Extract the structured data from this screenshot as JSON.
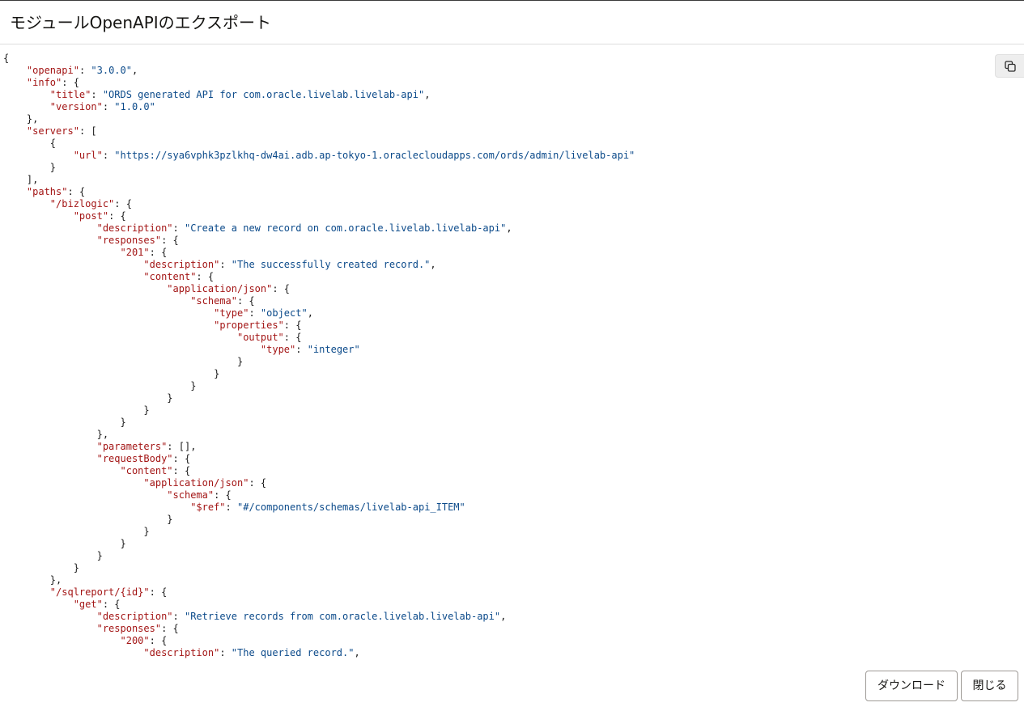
{
  "dialog": {
    "title": "モジュールOpenAPIのエクスポート"
  },
  "toolbar": {
    "copy_icon": "copy-icon"
  },
  "footer": {
    "download_label": "ダウンロード",
    "close_label": "閉じる"
  },
  "code_lines": [
    [
      [
        "p",
        "{"
      ]
    ],
    [
      [
        "p",
        "    "
      ],
      [
        "k",
        "\"openapi\""
      ],
      [
        "p",
        ": "
      ],
      [
        "s",
        "\"3.0.0\""
      ],
      [
        "p",
        ","
      ]
    ],
    [
      [
        "p",
        "    "
      ],
      [
        "k",
        "\"info\""
      ],
      [
        "p",
        ": {"
      ]
    ],
    [
      [
        "p",
        "        "
      ],
      [
        "k",
        "\"title\""
      ],
      [
        "p",
        ": "
      ],
      [
        "s",
        "\"ORDS generated API for com.oracle.livelab.livelab-api\""
      ],
      [
        "p",
        ","
      ]
    ],
    [
      [
        "p",
        "        "
      ],
      [
        "k",
        "\"version\""
      ],
      [
        "p",
        ": "
      ],
      [
        "s",
        "\"1.0.0\""
      ]
    ],
    [
      [
        "p",
        "    },"
      ]
    ],
    [
      [
        "p",
        "    "
      ],
      [
        "k",
        "\"servers\""
      ],
      [
        "p",
        ": ["
      ]
    ],
    [
      [
        "p",
        "        {"
      ]
    ],
    [
      [
        "p",
        "            "
      ],
      [
        "k",
        "\"url\""
      ],
      [
        "p",
        ": "
      ],
      [
        "s",
        "\"https://sya6vphk3pzlkhq-dw4ai.adb.ap-tokyo-1.oraclecloudapps.com/ords/admin/livelab-api\""
      ]
    ],
    [
      [
        "p",
        "        }"
      ]
    ],
    [
      [
        "p",
        "    ],"
      ]
    ],
    [
      [
        "p",
        "    "
      ],
      [
        "k",
        "\"paths\""
      ],
      [
        "p",
        ": {"
      ]
    ],
    [
      [
        "p",
        "        "
      ],
      [
        "k",
        "\"/bizlogic\""
      ],
      [
        "p",
        ": {"
      ]
    ],
    [
      [
        "p",
        "            "
      ],
      [
        "k",
        "\"post\""
      ],
      [
        "p",
        ": {"
      ]
    ],
    [
      [
        "p",
        "                "
      ],
      [
        "k",
        "\"description\""
      ],
      [
        "p",
        ": "
      ],
      [
        "s",
        "\"Create a new record on com.oracle.livelab.livelab-api\""
      ],
      [
        "p",
        ","
      ]
    ],
    [
      [
        "p",
        "                "
      ],
      [
        "k",
        "\"responses\""
      ],
      [
        "p",
        ": {"
      ]
    ],
    [
      [
        "p",
        "                    "
      ],
      [
        "k",
        "\"201\""
      ],
      [
        "p",
        ": {"
      ]
    ],
    [
      [
        "p",
        "                        "
      ],
      [
        "k",
        "\"description\""
      ],
      [
        "p",
        ": "
      ],
      [
        "s",
        "\"The successfully created record.\""
      ],
      [
        "p",
        ","
      ]
    ],
    [
      [
        "p",
        "                        "
      ],
      [
        "k",
        "\"content\""
      ],
      [
        "p",
        ": {"
      ]
    ],
    [
      [
        "p",
        "                            "
      ],
      [
        "k",
        "\"application/json\""
      ],
      [
        "p",
        ": {"
      ]
    ],
    [
      [
        "p",
        "                                "
      ],
      [
        "k",
        "\"schema\""
      ],
      [
        "p",
        ": {"
      ]
    ],
    [
      [
        "p",
        "                                    "
      ],
      [
        "k",
        "\"type\""
      ],
      [
        "p",
        ": "
      ],
      [
        "s",
        "\"object\""
      ],
      [
        "p",
        ","
      ]
    ],
    [
      [
        "p",
        "                                    "
      ],
      [
        "k",
        "\"properties\""
      ],
      [
        "p",
        ": {"
      ]
    ],
    [
      [
        "p",
        "                                        "
      ],
      [
        "k",
        "\"output\""
      ],
      [
        "p",
        ": {"
      ]
    ],
    [
      [
        "p",
        "                                            "
      ],
      [
        "k",
        "\"type\""
      ],
      [
        "p",
        ": "
      ],
      [
        "s",
        "\"integer\""
      ]
    ],
    [
      [
        "p",
        "                                        }"
      ]
    ],
    [
      [
        "p",
        "                                    }"
      ]
    ],
    [
      [
        "p",
        "                                }"
      ]
    ],
    [
      [
        "p",
        "                            }"
      ]
    ],
    [
      [
        "p",
        "                        }"
      ]
    ],
    [
      [
        "p",
        "                    }"
      ]
    ],
    [
      [
        "p",
        "                },"
      ]
    ],
    [
      [
        "p",
        "                "
      ],
      [
        "k",
        "\"parameters\""
      ],
      [
        "p",
        ": [],"
      ]
    ],
    [
      [
        "p",
        "                "
      ],
      [
        "k",
        "\"requestBody\""
      ],
      [
        "p",
        ": {"
      ]
    ],
    [
      [
        "p",
        "                    "
      ],
      [
        "k",
        "\"content\""
      ],
      [
        "p",
        ": {"
      ]
    ],
    [
      [
        "p",
        "                        "
      ],
      [
        "k",
        "\"application/json\""
      ],
      [
        "p",
        ": {"
      ]
    ],
    [
      [
        "p",
        "                            "
      ],
      [
        "k",
        "\"schema\""
      ],
      [
        "p",
        ": {"
      ]
    ],
    [
      [
        "p",
        "                                "
      ],
      [
        "k",
        "\"$ref\""
      ],
      [
        "p",
        ": "
      ],
      [
        "s",
        "\"#/components/schemas/livelab-api_ITEM\""
      ]
    ],
    [
      [
        "p",
        "                            }"
      ]
    ],
    [
      [
        "p",
        "                        }"
      ]
    ],
    [
      [
        "p",
        "                    }"
      ]
    ],
    [
      [
        "p",
        "                }"
      ]
    ],
    [
      [
        "p",
        "            }"
      ]
    ],
    [
      [
        "p",
        "        },"
      ]
    ],
    [
      [
        "p",
        "        "
      ],
      [
        "k",
        "\"/sqlreport/{id}\""
      ],
      [
        "p",
        ": {"
      ]
    ],
    [
      [
        "p",
        "            "
      ],
      [
        "k",
        "\"get\""
      ],
      [
        "p",
        ": {"
      ]
    ],
    [
      [
        "p",
        "                "
      ],
      [
        "k",
        "\"description\""
      ],
      [
        "p",
        ": "
      ],
      [
        "s",
        "\"Retrieve records from com.oracle.livelab.livelab-api\""
      ],
      [
        "p",
        ","
      ]
    ],
    [
      [
        "p",
        "                "
      ],
      [
        "k",
        "\"responses\""
      ],
      [
        "p",
        ": {"
      ]
    ],
    [
      [
        "p",
        "                    "
      ],
      [
        "k",
        "\"200\""
      ],
      [
        "p",
        ": {"
      ]
    ],
    [
      [
        "p",
        "                        "
      ],
      [
        "k",
        "\"description\""
      ],
      [
        "p",
        ": "
      ],
      [
        "s",
        "\"The queried record.\""
      ],
      [
        "p",
        ","
      ]
    ]
  ]
}
